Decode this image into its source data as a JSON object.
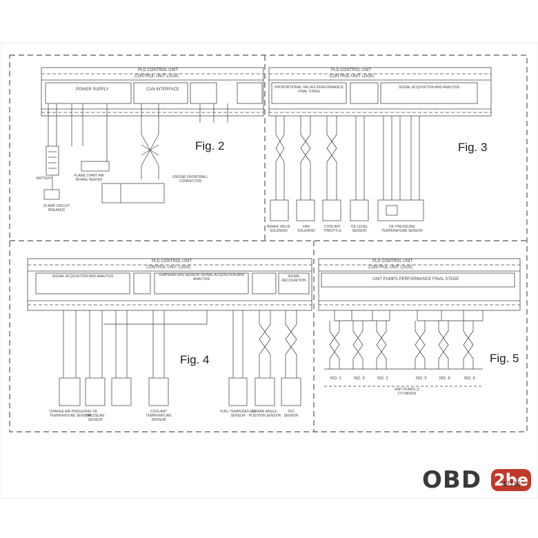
{
  "figures": {
    "fig2": "Fig. 2",
    "fig3": "Fig. 3",
    "fig4": "Fig. 4",
    "fig5": "Fig. 5"
  },
  "modules": {
    "top_left_title": "PLD CONTROL UNIT",
    "top_left_logic": "CONTROL UNIT LOGIC",
    "power_supply": "POWER SUPPLY",
    "can_interface": "CAN INTERFACE",
    "top_right_title": "PLD CONTROL UNIT",
    "top_right_logic": "CONTROL UNIT LOGIC",
    "proportional_valves": "PROPORTIONAL VALVES PERFORMANCE FINAL STAGE",
    "signal_acq_top": "SIGNAL ACQUISITION AND ANALYSIS",
    "bottom_left_title": "PLD CONTROL UNIT",
    "bottom_left_logic": "CONTROL UNIT LOGIC",
    "signal_acq_bottom": "SIGNAL ACQUISITION AND ANALYSIS",
    "temp_sensor_signal": "TEMPERATURE SENSOR SIGNAL ACQUISITION AND ANALYSIS",
    "signal_recognition": "SIGNAL RECOGNITION",
    "bottom_right_title": "PLD CONTROL UNIT",
    "bottom_right_logic": "CONTROL UNIT LOGIC",
    "unit_pumps_stage": "UNIT PUMPS PERFORMANCE FINAL STAGE"
  },
  "components": {
    "battery": "BATTERY",
    "breaker": "15 AMP CIRCUIT BREAKER",
    "flame_start": "FLAME START AIR INTAKE HEATER",
    "engine_connector": "ENGINE FRONTWALL CONNECTOR",
    "brake_valve": "BRAKE VALVE SOLENOID",
    "fan_solenoid": "FAN SOLENOID",
    "coolant_throttle": "COOLANT THROTTLE",
    "oil_level": "OIL LEVEL SENSOR",
    "oil_press_temp": "OIL PRESSURE/ TEMPERATURE SENSOR",
    "charge_air": "CHARGE AIR PRESSURE/ TEMPERATURE SENSOR",
    "oil_pressure": "OIL PRESSURE SENSOR",
    "coolant_temp": "COOLANT TEMPERATURE SENSOR",
    "fuel_temp": "FUEL TEMPERATURE SENSOR",
    "crank_angle": "CRANK ANGLE POSITION SENSOR",
    "tdc_sensor": "TDC SENSOR",
    "unit_pumps": "UNIT PUMPS (1 CYLINDER)",
    "pump_labels": [
      "NO. 1",
      "NO. 3",
      "NO. 2",
      "NO. 5",
      "NO. 6",
      "NO. 4"
    ]
  },
  "watermark": {
    "brand_left": "OBD",
    "brand_right": "2be",
    "doc_number": "42116"
  }
}
